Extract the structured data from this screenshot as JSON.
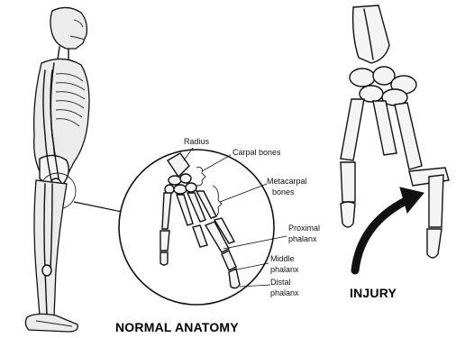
{
  "labels": {
    "radius": "Radius",
    "carpal_bones": "Carpal bones",
    "metacarpal_line1": "Metacarpal",
    "metacarpal_line2": "bones",
    "proximal_line1": "Proximal",
    "proximal_line2": "phalanx",
    "middle_line1": "Middle",
    "middle_line2": "phalanx",
    "distal_line1": "Distal",
    "distal_line2": "phalanx"
  },
  "captions": {
    "normal": "NORMAL ANATOMY",
    "injury": "INJURY"
  },
  "colors": {
    "ink": "#111111",
    "bone_fill": "#f4f4f4",
    "arrow": "#111111"
  }
}
